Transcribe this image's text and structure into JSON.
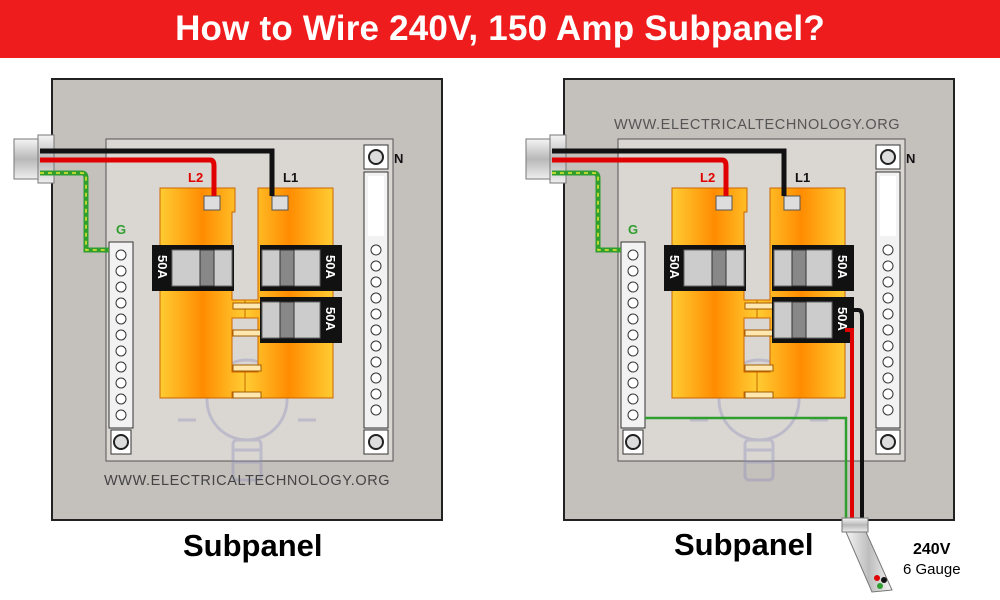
{
  "title": "How to Wire 240V, 150 Amp Subpanel?",
  "colors": {
    "header_bg": "#ee1c1c",
    "panel_bg": "#c4c0bc",
    "inner_bg": "#dad7d3",
    "bus_orange": "#ff8c00",
    "hot_red": "#e00000",
    "hot_black": "#111111",
    "ground_green": "#2e9e2e",
    "neutral_white": "#ffffff"
  },
  "watermark": "WWW.ELECTRICALTECHNOLOGY.ORG",
  "panels": [
    {
      "caption": "Subpanel",
      "labels": {
        "l1": "L1",
        "l2": "L2",
        "neutral": "N",
        "ground": "G"
      },
      "breakers": [
        {
          "rating": "50A",
          "side": "left"
        },
        {
          "rating": "50A",
          "side": "right"
        },
        {
          "rating": "50A",
          "side": "right"
        }
      ]
    },
    {
      "caption": "Subpanel",
      "labels": {
        "l1": "L1",
        "l2": "L2",
        "neutral": "N",
        "ground": "G"
      },
      "breakers": [
        {
          "rating": "50A",
          "side": "left"
        },
        {
          "rating": "50A",
          "side": "right"
        },
        {
          "rating": "50A",
          "side": "right"
        }
      ],
      "feeder": {
        "voltage": "240V",
        "gauge": "6 Gauge"
      }
    }
  ]
}
